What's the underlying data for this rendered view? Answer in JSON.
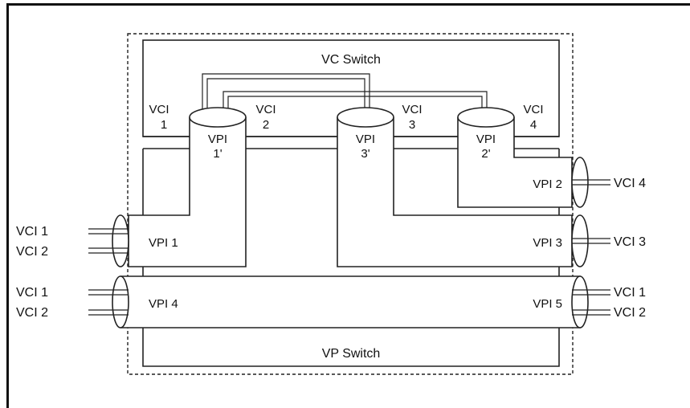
{
  "diagram": {
    "vc_switch_label": "VC Switch",
    "vp_switch_label": "VP Switch",
    "vc_switch_vci_labels": [
      {
        "num": "1",
        "text": "VCI"
      },
      {
        "num": "2",
        "text": "VCI"
      },
      {
        "num": "3",
        "text": "VCI"
      },
      {
        "num": "4",
        "text": "VCI"
      }
    ],
    "inner_vpi_labels": [
      {
        "text": "VPI",
        "sub": "1'"
      },
      {
        "text": "VPI",
        "sub": "3'"
      },
      {
        "text": "VPI",
        "sub": "2'"
      }
    ],
    "left_ports": [
      {
        "vpi": "VPI 1",
        "vcis": [
          "VCI 1",
          "VCI 2"
        ]
      },
      {
        "vpi": "VPI 4",
        "vcis": [
          "VCI 1",
          "VCI 2"
        ]
      }
    ],
    "right_ports": [
      {
        "vpi": "VPI 2",
        "vcis": [
          "VCI 4"
        ]
      },
      {
        "vpi": "VPI 3",
        "vcis": [
          "VCI 3"
        ]
      },
      {
        "vpi": "VPI 5",
        "vcis": [
          "VCI 1",
          "VCI 2"
        ]
      }
    ]
  }
}
